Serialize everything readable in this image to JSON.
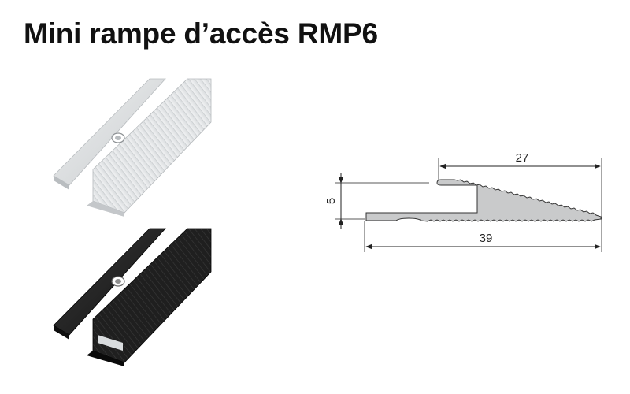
{
  "title": "Mini rampe d’accès RMP6",
  "products": [
    {
      "name": "profile-silver-photo",
      "finish": "silver"
    },
    {
      "name": "profile-black-photo",
      "finish": "black"
    }
  ],
  "drawing": {
    "dimensions": {
      "top_width": "27",
      "total_width": "39",
      "height": "5"
    }
  },
  "colors": {
    "title": "#111111",
    "silver_face": "#d8dbdd",
    "black_face": "#1e1e1e",
    "section_fill": "#c9cacb",
    "dimension_line": "#222222"
  }
}
